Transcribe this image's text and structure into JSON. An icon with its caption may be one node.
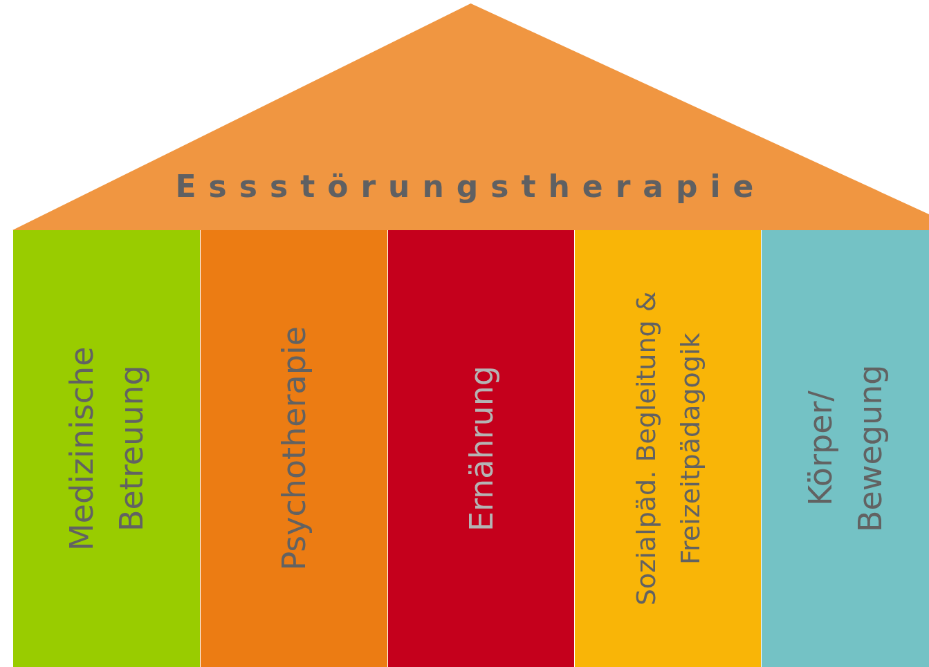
{
  "diagram": {
    "nodes": [
      {
        "text": [
          "Essstörungstherapie"
        ]
      },
      {
        "text": [
          "Medizinische Betreuung"
        ]
      },
      {
        "text": [
          "Psychotherapie"
        ]
      },
      {
        "text": [
          "Ernährung"
        ]
      },
      {
        "text": [
          "Sozialpäd. Begleitung & Freizeitpädagogik"
        ]
      },
      {
        "text": [
          "Körper/ Bewegung"
        ]
      }
    ],
    "edges": []
  }
}
